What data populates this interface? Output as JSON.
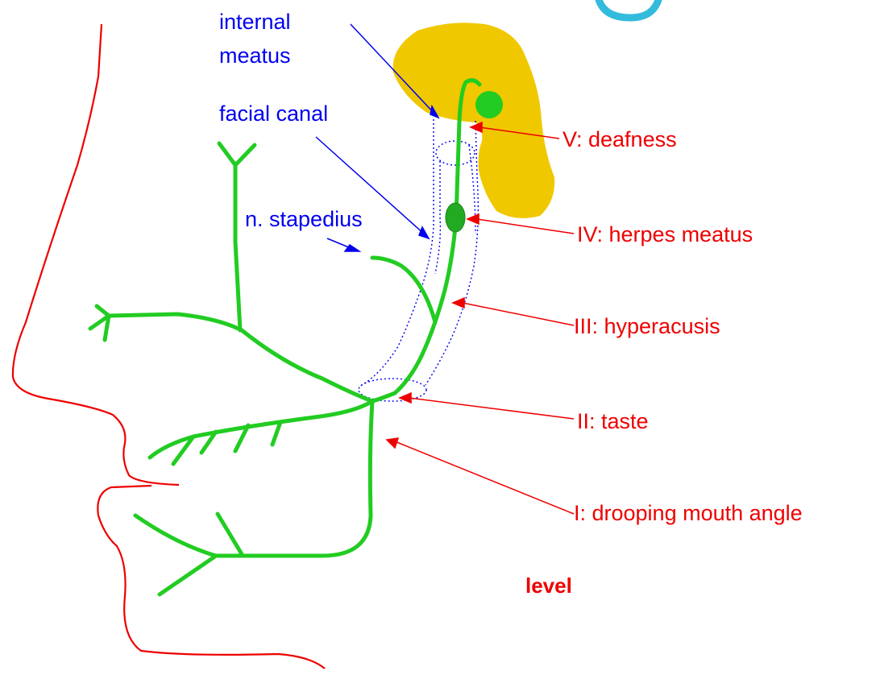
{
  "colors": {
    "anatomy_labels": "#0000ee",
    "lesion_labels": "#ee0000",
    "nerve": "#22cc22",
    "bone": "#f0c800",
    "face_outline": "#ee0000",
    "canal": "#0000ee",
    "corner_glyph": "#33bbdd"
  },
  "anatomy_labels": {
    "internal_meatus_line1": "internal",
    "internal_meatus_line2": "meatus",
    "facial_canal": "facial canal",
    "n_stapedius": "n. stapedius"
  },
  "lesion_levels": [
    {
      "label": "V: deafness"
    },
    {
      "label": "IV: herpes meatus"
    },
    {
      "label": "III: hyperacusis"
    },
    {
      "label": "II: taste"
    },
    {
      "label": "I: drooping mouth angle"
    }
  ],
  "footer": {
    "level_label": "level"
  },
  "icons": {
    "arrow": "diamond-arrowhead",
    "ganglion": "filled-circle",
    "geniculate": "filled-ellipse"
  }
}
